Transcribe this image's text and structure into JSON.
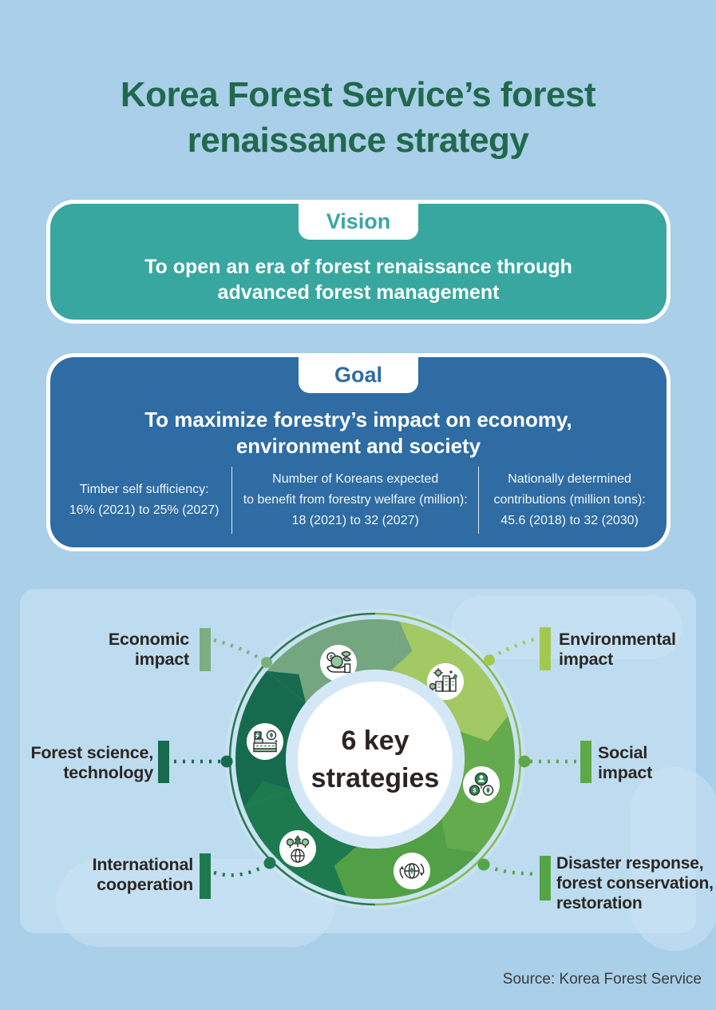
{
  "page": {
    "bg": "#a9cfe9",
    "panel_bg": "#bedcef"
  },
  "title": {
    "line1": "Korea Forest Service’s forest",
    "line2": "renaissance strategy",
    "color": "#20694d"
  },
  "vision": {
    "tab": "Vision",
    "line1": "To open an era of forest renaissance through",
    "line2": "advanced forest management",
    "color": "#38a79f"
  },
  "goal": {
    "tab": "Goal",
    "line1": "To maximize forestry’s impact on economy,",
    "line2": "environment and society",
    "color": "#2e6ca3",
    "stats": [
      {
        "line1": "Timber self sufficiency:",
        "line2": "16% (2021) to 25% (2027)"
      },
      {
        "line1": "Number of Koreans expected",
        "line2": "to benefit from forestry welfare (million):",
        "line3": "18 (2021) to 32 (2027)"
      },
      {
        "line1": "Nationally determined",
        "line2": "contributions (million tons):",
        "line3": "45.6 (2018) to 32 (2030)"
      }
    ]
  },
  "wheel": {
    "center_line1": "6 key",
    "center_line2": "strategies",
    "center_text_color": "#2b2422",
    "ring_right": "#82ba52",
    "ring_left": "#2a7850",
    "segments": [
      {
        "name": "environmental",
        "color": "#a3c964"
      },
      {
        "name": "social",
        "color": "#64ab4d"
      },
      {
        "name": "disaster",
        "color": "#52a046"
      },
      {
        "name": "international",
        "color": "#1d7a4f"
      },
      {
        "name": "forest-science",
        "color": "#166b4e"
      },
      {
        "name": "economic",
        "color": "#74a67f"
      }
    ]
  },
  "strategies": {
    "items": [
      {
        "label": "Economic impact",
        "color": "#7dae81"
      },
      {
        "label": "Environmental impact",
        "color": "#a2c84f"
      },
      {
        "label": "Forest science, technology",
        "color": "#166b4e"
      },
      {
        "label": "Social impact",
        "color": "#5fa848"
      },
      {
        "label": "International cooperation",
        "color": "#1d7a4f"
      },
      {
        "label": "Disaster response, forest conservation, restoration",
        "color": "#55a547"
      }
    ]
  },
  "source": {
    "text": "Source: Korea Forest Service"
  }
}
